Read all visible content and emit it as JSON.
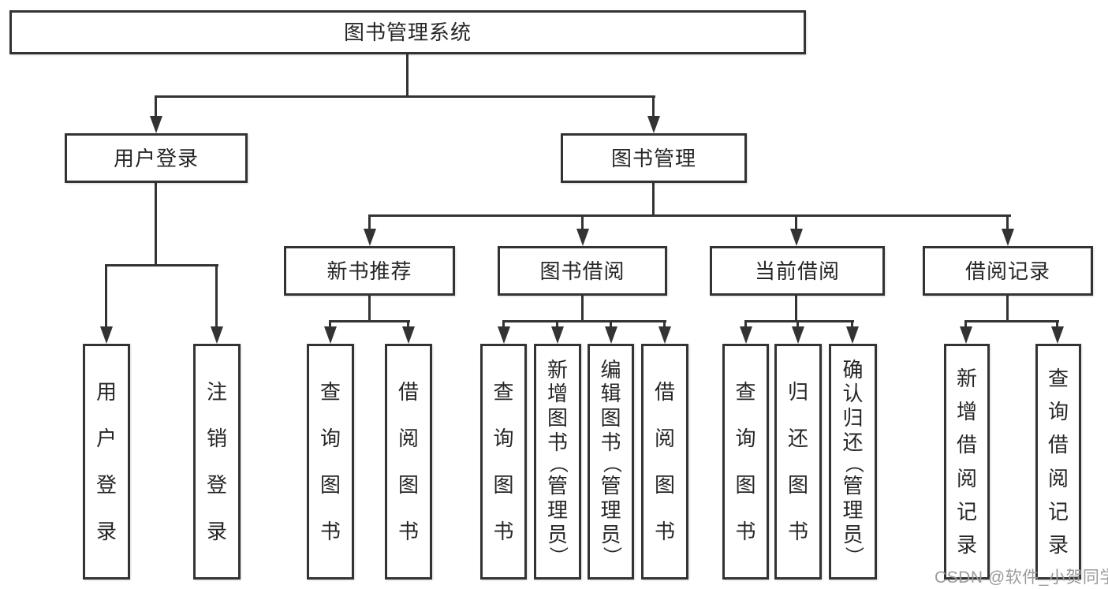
{
  "tree": {
    "root": {
      "label": "图书管理系统"
    },
    "user_login": {
      "label": "用户登录",
      "children": [
        "用户登录",
        "注销登录"
      ]
    },
    "book_manage": {
      "label": "图书管理"
    },
    "new_books": {
      "label": "新书推荐",
      "children": [
        "查询图书",
        "借阅图书"
      ]
    },
    "book_borrow": {
      "label": "图书借阅",
      "children": [
        "查询图书",
        "新增图书（管理员）",
        "编辑图书（管理员）",
        "借阅图书"
      ]
    },
    "current_borrow": {
      "label": "当前借阅",
      "children": [
        "查询图书",
        "归还图书",
        "确认归还（管理员）"
      ]
    },
    "borrow_records": {
      "label": "借阅记录",
      "children": [
        "新增借阅记录",
        "查询借阅记录"
      ]
    }
  },
  "watermark": "CSDN @软件_小贺同学",
  "colors": {
    "line": "#333333",
    "text": "#262626",
    "watermark": "#9b9b9b",
    "background": "#ffffff"
  }
}
